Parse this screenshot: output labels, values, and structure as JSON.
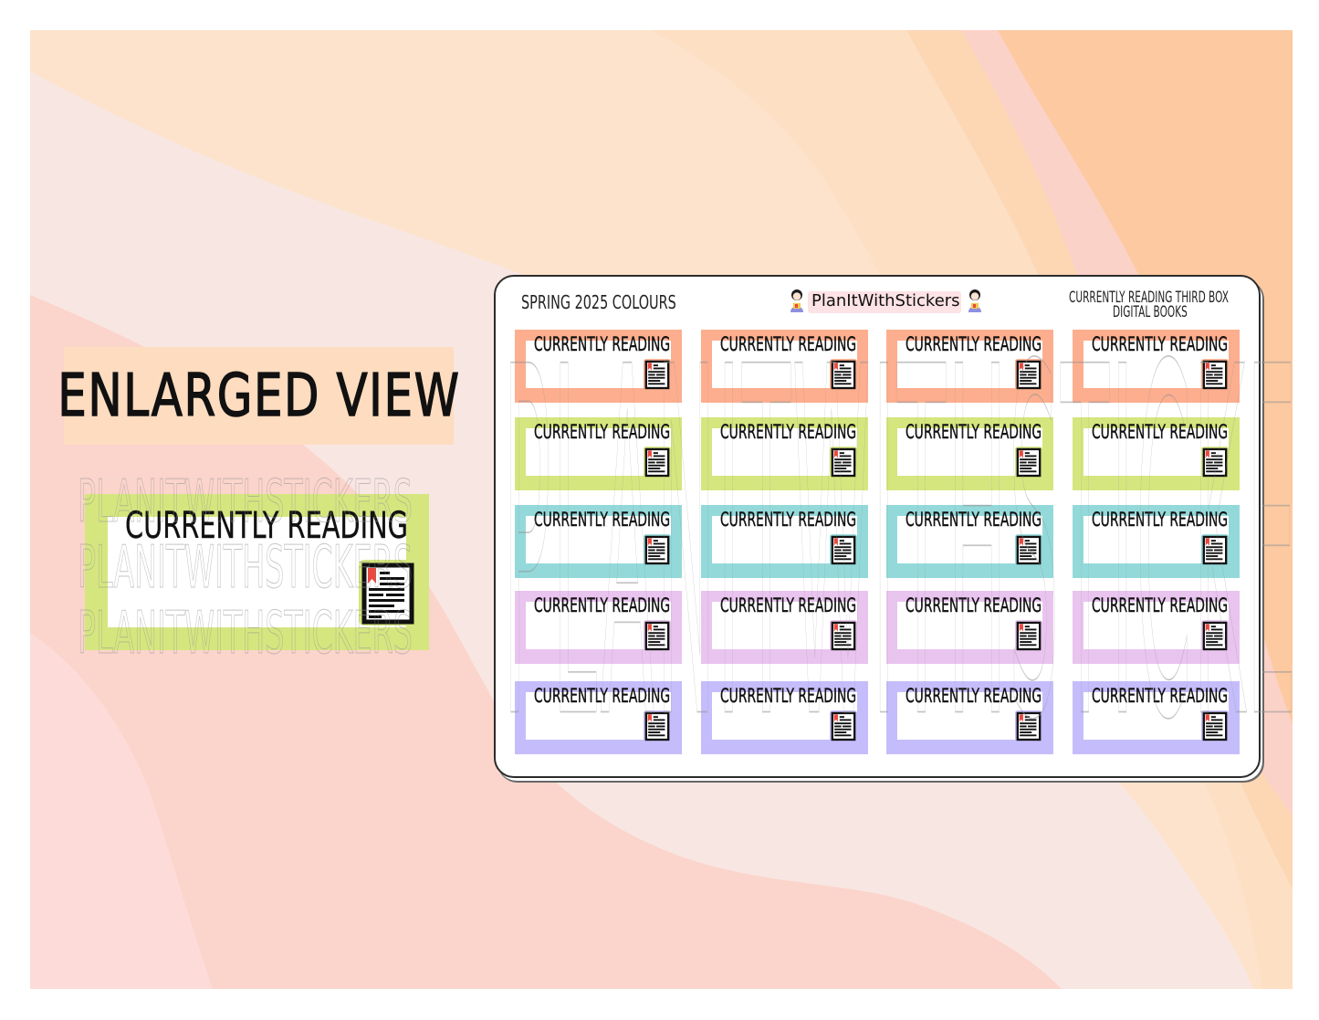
{
  "colors": {
    "page_background": "#ffffff",
    "enlarged_label_bg": "#fddcc0",
    "sheet_border": "#2b2b2b",
    "brand_highlight": "#fde2e6",
    "text": "#111111",
    "bookmark_red": "#e8483f",
    "row_colors": [
      "#fdae8e",
      "#d5e67f",
      "#93d9da",
      "#e9c4ef",
      "#c5bdfb"
    ]
  },
  "enlarged_view": {
    "label": "ENLARGED VIEW",
    "sticker": {
      "title": "CURRENTLY READING",
      "color": "#d5e67f",
      "icon": "digital-book-icon"
    },
    "watermark": [
      "PLANITWITHSTICKERS",
      "PLANITWITHSTICKERS",
      "PLANITWITHSTICKERS"
    ]
  },
  "sheet": {
    "left_header": "SPRING 2025 COLOURS",
    "brand": {
      "name": "PlanItWithStickers",
      "icon": "girl-avatar-icon"
    },
    "right_header_line1": "CURRENTLY READING THIRD BOX",
    "right_header_line2": "DIGITAL BOOKS",
    "watermark": "PLANITWITHSTICKERS",
    "columns": 4,
    "rows": [
      {
        "color": "#fdae8e",
        "stickers": [
          {
            "title": "CURRENTLY READING"
          },
          {
            "title": "CURRENTLY READING"
          },
          {
            "title": "CURRENTLY READING"
          },
          {
            "title": "CURRENTLY READING"
          }
        ]
      },
      {
        "color": "#d5e67f",
        "stickers": [
          {
            "title": "CURRENTLY READING"
          },
          {
            "title": "CURRENTLY READING"
          },
          {
            "title": "CURRENTLY READING"
          },
          {
            "title": "CURRENTLY READING"
          }
        ]
      },
      {
        "color": "#93d9da",
        "stickers": [
          {
            "title": "CURRENTLY READING"
          },
          {
            "title": "CURRENTLY READING"
          },
          {
            "title": "CURRENTLY READING"
          },
          {
            "title": "CURRENTLY READING"
          }
        ]
      },
      {
        "color": "#e9c4ef",
        "stickers": [
          {
            "title": "CURRENTLY READING"
          },
          {
            "title": "CURRENTLY READING"
          },
          {
            "title": "CURRENTLY READING"
          },
          {
            "title": "CURRENTLY READING"
          }
        ]
      },
      {
        "color": "#c5bdfb",
        "stickers": [
          {
            "title": "CURRENTLY READING"
          },
          {
            "title": "CURRENTLY READING"
          },
          {
            "title": "CURRENTLY READING"
          },
          {
            "title": "CURRENTLY READING"
          }
        ]
      }
    ]
  }
}
